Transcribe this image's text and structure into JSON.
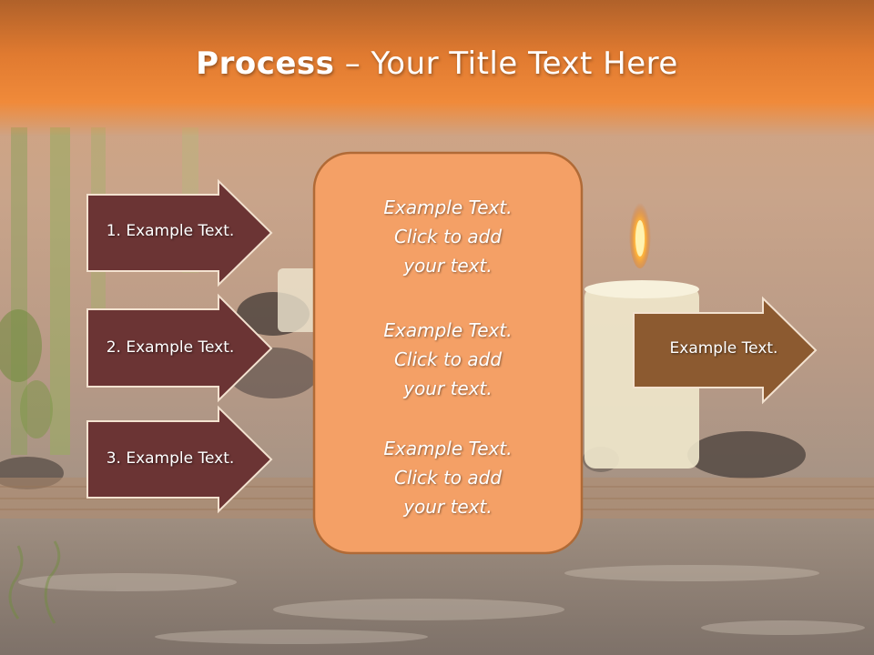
{
  "title": {
    "bold": "Process",
    "separator": "–",
    "rest": "Your Title Text Here"
  },
  "steps": [
    {
      "label": "1. Example Text."
    },
    {
      "label": "2. Example Text."
    },
    {
      "label": "3. Example Text."
    }
  ],
  "center_box": {
    "blocks": [
      {
        "lines": [
          "Example Text.",
          "Click  to add",
          "your text."
        ]
      },
      {
        "lines": [
          "Example Text.",
          "Click  to add",
          "your text."
        ]
      },
      {
        "lines": [
          "Example Text.",
          "Click  to add",
          "your text."
        ]
      }
    ]
  },
  "output": {
    "label": "Example Text."
  },
  "colors": {
    "step_fill": "#6b3434",
    "output_fill": "#8c5a30",
    "center_fill": "#f4a066",
    "center_stroke": "#b06a36",
    "header": "#f08a3a"
  }
}
